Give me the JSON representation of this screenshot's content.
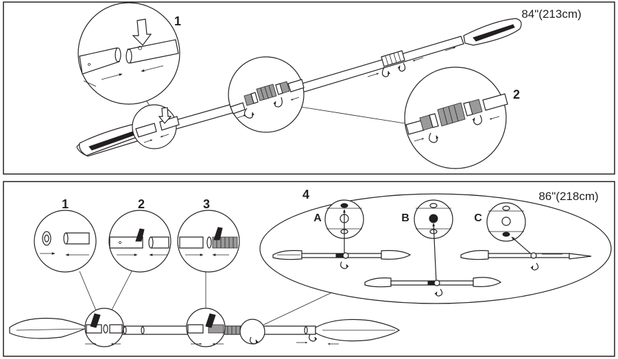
{
  "top_panel": {
    "length_label": "84\"(213cm)",
    "step_labels": [
      "1",
      "2"
    ]
  },
  "bottom_panel": {
    "length_label": "86\"(218cm)",
    "step_labels": [
      "1",
      "2",
      "3",
      "4"
    ],
    "ferrule_positions": [
      "A",
      "B",
      "C"
    ]
  }
}
